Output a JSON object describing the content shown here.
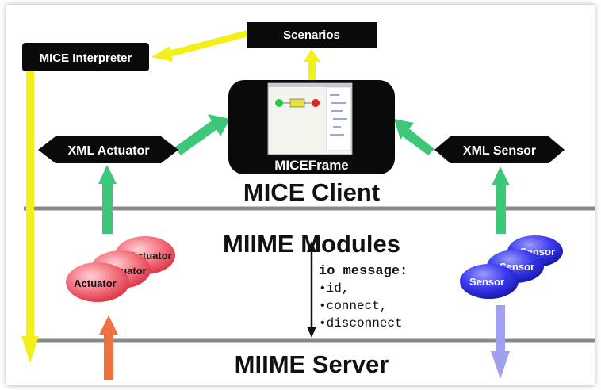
{
  "nodes": {
    "scenarios": "Scenarios",
    "interpreter": "MICE Interpreter",
    "miceframe": "MICEFrame",
    "xml_actuator": "XML Actuator",
    "xml_sensor": "XML Sensor"
  },
  "layers": {
    "client": "MICE Client",
    "modules": "MIIME Modules",
    "server": "MIIME Server"
  },
  "actuators": [
    "Actuator",
    "Actuator",
    "Actuator"
  ],
  "sensors": [
    "Sensor",
    "Sensor",
    "Sensor"
  ],
  "io_message": {
    "title": "io message:",
    "items": [
      "•id,",
      "•connect,",
      "•disconnect"
    ]
  },
  "colors": {
    "yellow_arrow": "#f2ef1a",
    "green_arrow": "#3cc878",
    "orange_arrow": "#f07040",
    "purple_arrow": "#a0a0f0",
    "actuator_fill": "#f06070",
    "sensor_fill": "#3030e0",
    "divider": "#888888"
  }
}
